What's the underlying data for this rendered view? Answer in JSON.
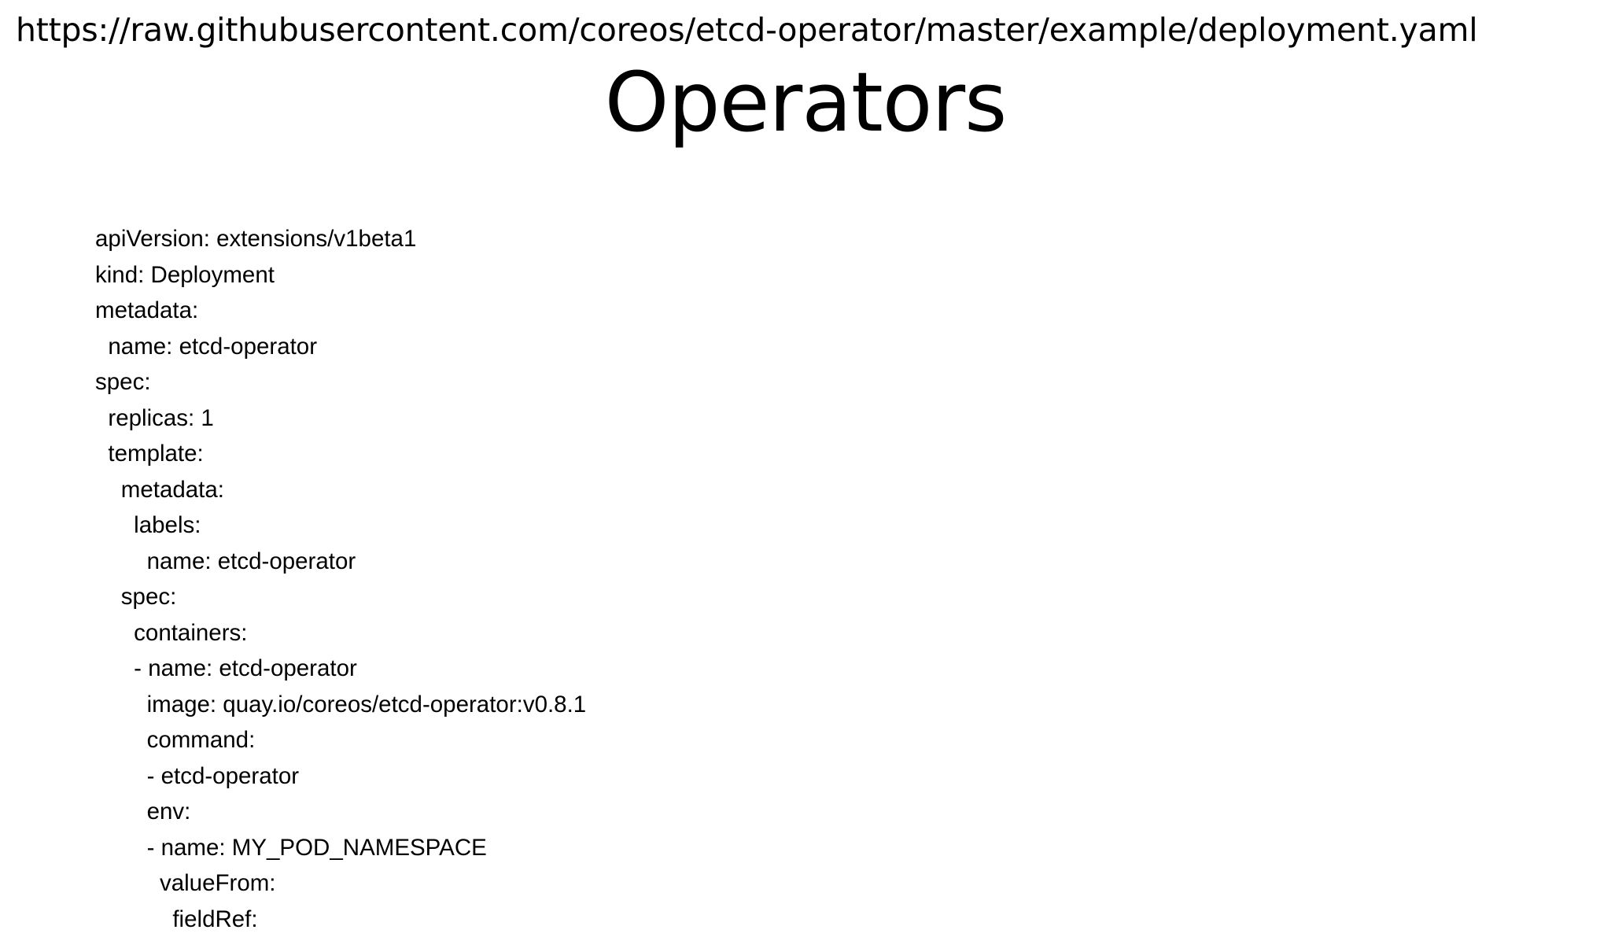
{
  "slide": {
    "url_header": "https://raw.githubusercontent.com/coreos/etcd-operator/master/example/deployment.yaml",
    "title": "Operators",
    "background_color": "#ffffff",
    "text_color": "#000000"
  },
  "code_block": {
    "language": "yaml",
    "clipped_at_bottom": true,
    "lines": [
      "apiVersion: extensions/v1beta1",
      "kind: Deployment",
      "metadata:",
      "  name: etcd-operator",
      "spec:",
      "  replicas: 1",
      "  template:",
      "    metadata:",
      "      labels:",
      "        name: etcd-operator",
      "    spec:",
      "      containers:",
      "      - name: etcd-operator",
      "        image: quay.io/coreos/etcd-operator:v0.8.1",
      "        command:",
      "        - etcd-operator",
      "        env:",
      "        - name: MY_POD_NAMESPACE",
      "          valueFrom:",
      "            fieldRef:"
    ]
  }
}
